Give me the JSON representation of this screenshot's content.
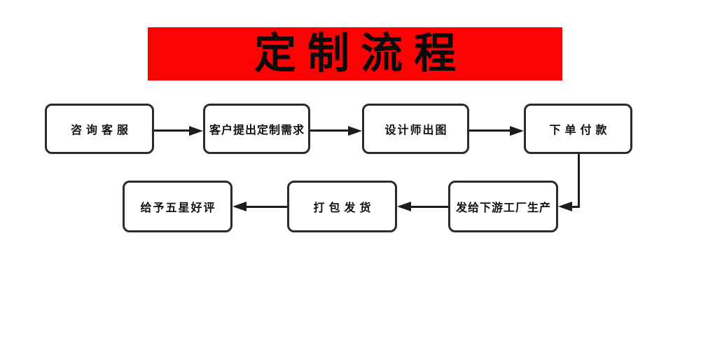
{
  "banner": {
    "title": "定制流程",
    "bg_color": "#fb0204",
    "text_color": "#0a0a0a"
  },
  "diagram": {
    "type": "flowchart",
    "node_border_color": "#2b2b2b",
    "node_fill_color": "#ffffff",
    "arrow_color": "#1c1c1c",
    "nodes": [
      {
        "id": "consult",
        "label": "咨询客服"
      },
      {
        "id": "require",
        "label": "客户提出定制需求"
      },
      {
        "id": "design",
        "label": "设计师出图"
      },
      {
        "id": "order",
        "label": "下单付款"
      },
      {
        "id": "factory",
        "label": "发给下游工厂生产"
      },
      {
        "id": "ship",
        "label": "打包发货"
      },
      {
        "id": "review",
        "label": "给予五星好评"
      }
    ],
    "edges": [
      {
        "from": "咨询客服",
        "to": "客户提出定制需求",
        "direction": "right"
      },
      {
        "from": "客户提出定制需求",
        "to": "设计师出图",
        "direction": "right"
      },
      {
        "from": "设计师出图",
        "to": "下单付款",
        "direction": "right"
      },
      {
        "from": "下单付款",
        "to": "发给下游工厂生产",
        "direction": "down-left"
      },
      {
        "from": "发给下游工厂生产",
        "to": "打包发货",
        "direction": "left"
      },
      {
        "from": "打包发货",
        "to": "给予五星好评",
        "direction": "left"
      }
    ]
  }
}
